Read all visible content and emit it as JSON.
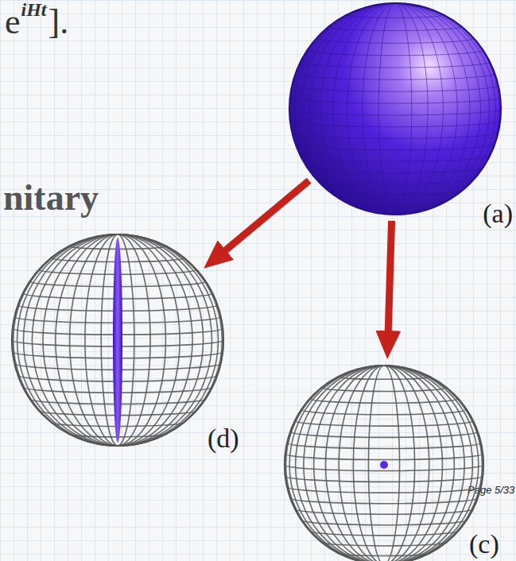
{
  "diagram": {
    "nodes": [
      {
        "text": [
          "(a)"
        ]
      },
      {
        "text": [
          "(d)"
        ]
      },
      {
        "text": [
          "(c)"
        ]
      }
    ],
    "edges": [
      {
        "from": 0,
        "to": 1,
        "arrow": "to"
      },
      {
        "from": 0,
        "to": 2,
        "arrow": "to"
      }
    ],
    "labels": [
      "e",
      "iHt",
      "].",
      "nitary",
      "Page 5/33"
    ]
  }
}
